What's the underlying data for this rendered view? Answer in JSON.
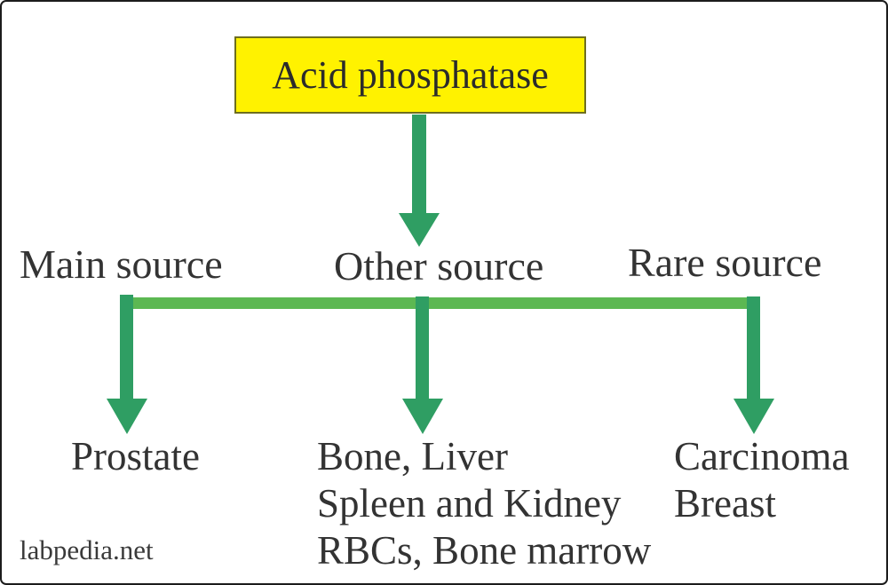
{
  "colors": {
    "box_fill": "#FFF200",
    "box_border": "#6E6E1E",
    "arrow_dark": "#2F9E63",
    "bar_light": "#5CB852",
    "text": "#333333",
    "frame": "#1C1C1C"
  },
  "diagram": {
    "title": "Acid phosphatase",
    "branches": [
      {
        "label": "Main source",
        "items": [
          "Prostate"
        ]
      },
      {
        "label": "Other source",
        "items": [
          "Bone, Liver",
          "Spleen and Kidney",
          "RBCs, Bone marrow"
        ]
      },
      {
        "label": "Rare source",
        "items": [
          "Carcinoma",
          "Breast"
        ]
      }
    ],
    "watermark": "labpedia.net"
  }
}
